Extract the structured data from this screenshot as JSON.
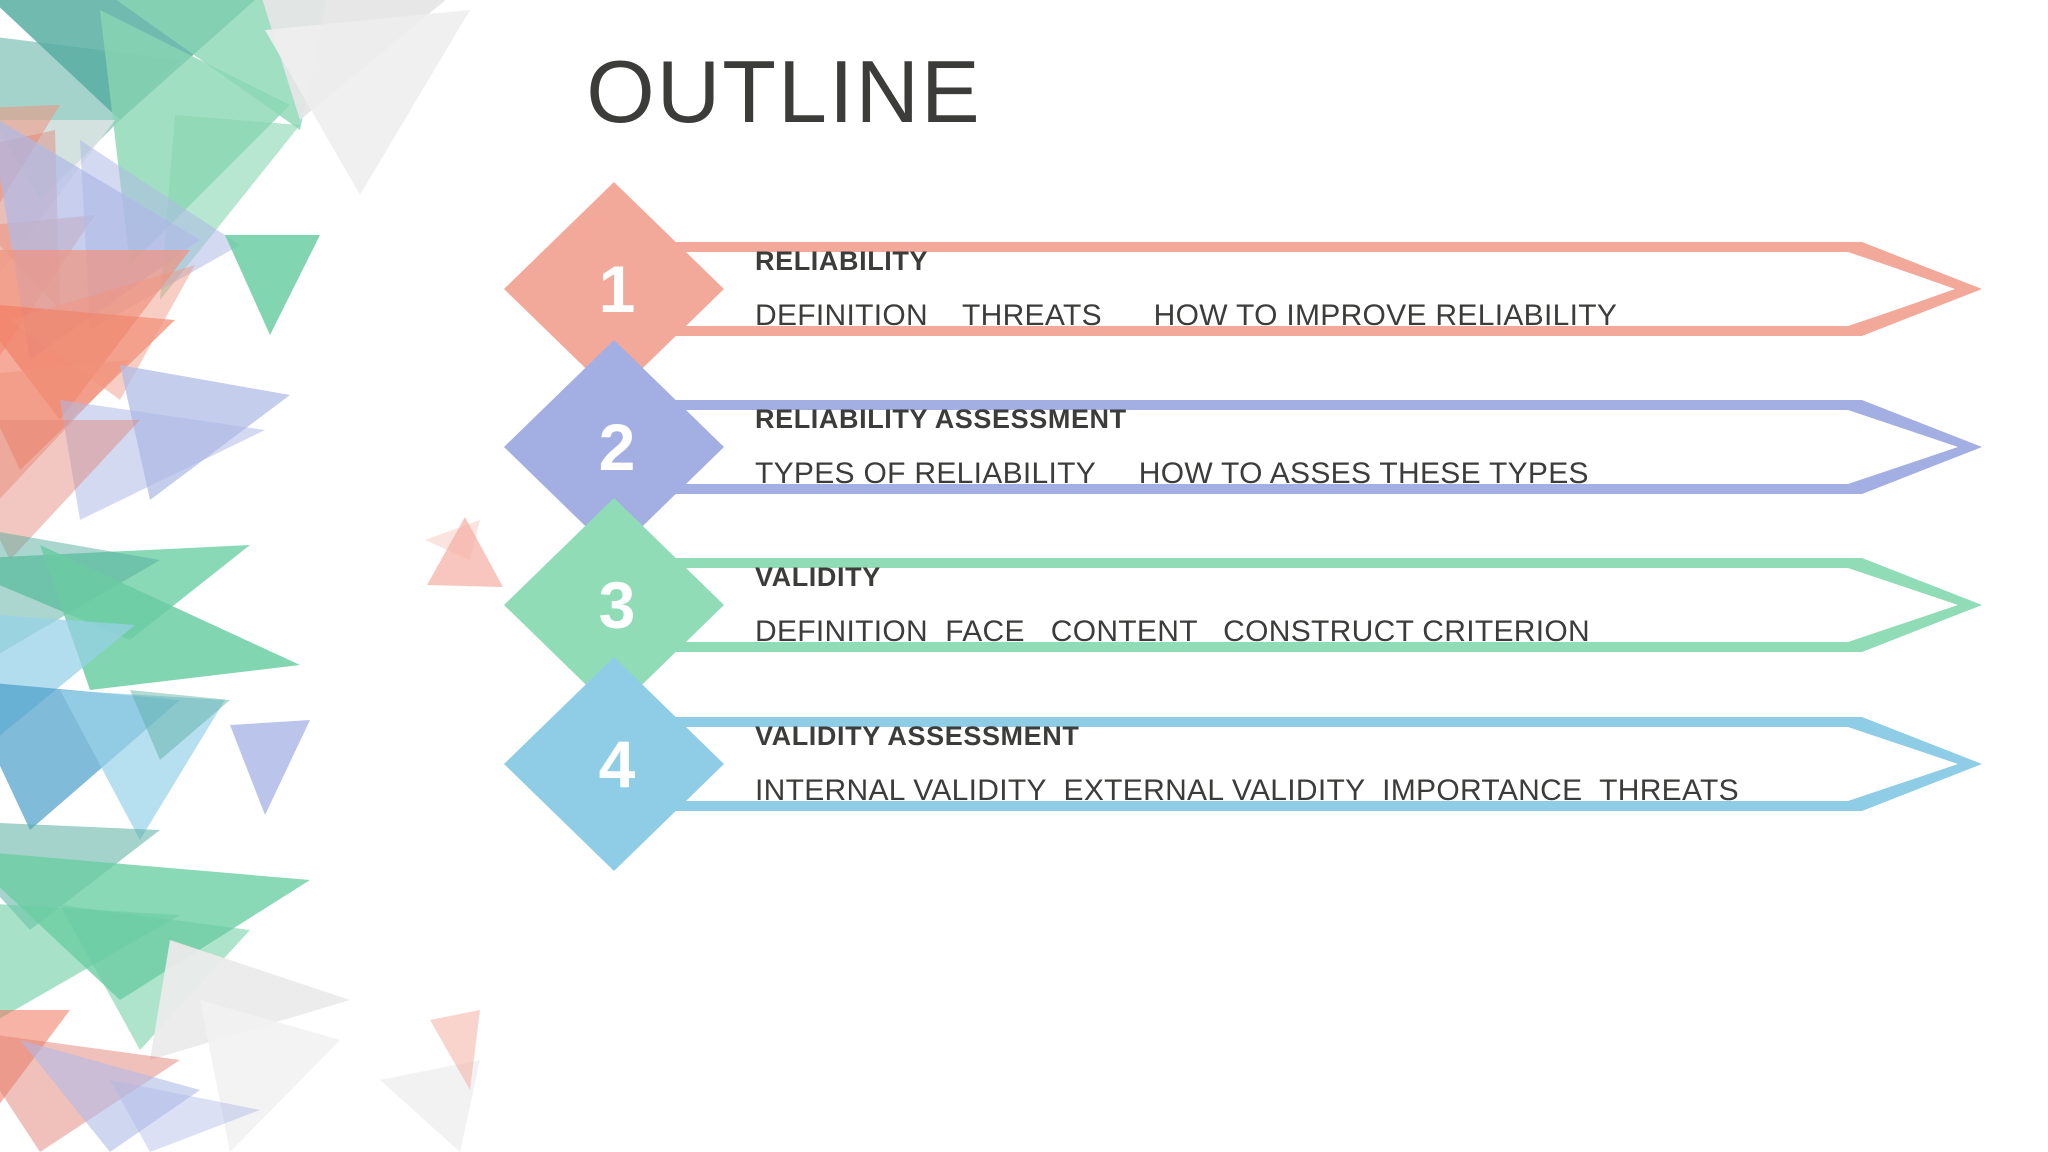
{
  "slide": {
    "title": "OUTLINE",
    "background_color": "#ffffff",
    "text_color": "#3c3c3b"
  },
  "decoration": {
    "name": "polygon-triangles-artwork",
    "palette": [
      "#7fd3ac",
      "#4aa79a",
      "#a8b4e4",
      "#ef8a72",
      "#e8e8e8",
      "#4a9ec6",
      "#8fcde6"
    ]
  },
  "rows": [
    {
      "number": "1",
      "heading": "RELIABILITY",
      "sub": "DEFINITION    THREATS      HOW TO IMPROVE RELIABILITY",
      "color": "#f3a99a"
    },
    {
      "number": "2",
      "heading": "RELIABILITY ASSESSMENT",
      "sub": "TYPES OF RELIABILITY     HOW TO ASSES THESE TYPES",
      "color": "#a3aee3"
    },
    {
      "number": "3",
      "heading": "VALIDITY",
      "sub": "DEFINITION  FACE   CONTENT   CONSTRUCT CRITERION",
      "color": "#8fdcb6"
    },
    {
      "number": "4",
      "heading": "VALIDITY ASSESSMENT",
      "sub": "INTERNAL VALIDITY  EXTERNAL VALIDITY  IMPORTANCE  THREATS",
      "color": "#8fcde6"
    }
  ]
}
